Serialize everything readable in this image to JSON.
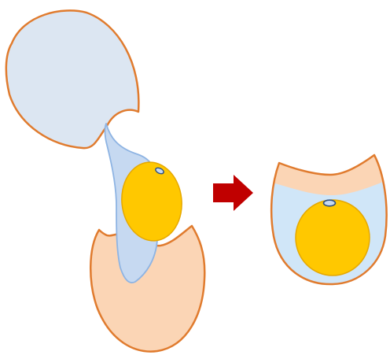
{
  "diagram": {
    "panels": [
      {
        "name": "cracked-egg",
        "parts": [
          "upper-shell",
          "egg-white",
          "yolk",
          "germinal-disc",
          "lower-shell"
        ]
      },
      {
        "name": "egg-in-cup",
        "parts": [
          "shell-cup",
          "albumen-layer",
          "yolk",
          "germinal-disc"
        ]
      }
    ],
    "arrow": {
      "direction": "right",
      "color": "#c00000"
    }
  },
  "colors": {
    "shell_outline": "#e07b2e",
    "shell_fill": "#fbd5b5",
    "upper_shell_fill": "#dce6f2",
    "egg_white_fill": "#c6d9f1",
    "egg_white_outline": "#8eb4e3",
    "cup_white_fill": "#d0e6f8",
    "yolk_fill": "#ffc800",
    "yolk_outline": "#e6a800",
    "disc_outline": "#2f4f7f",
    "arrow": "#c00000"
  }
}
